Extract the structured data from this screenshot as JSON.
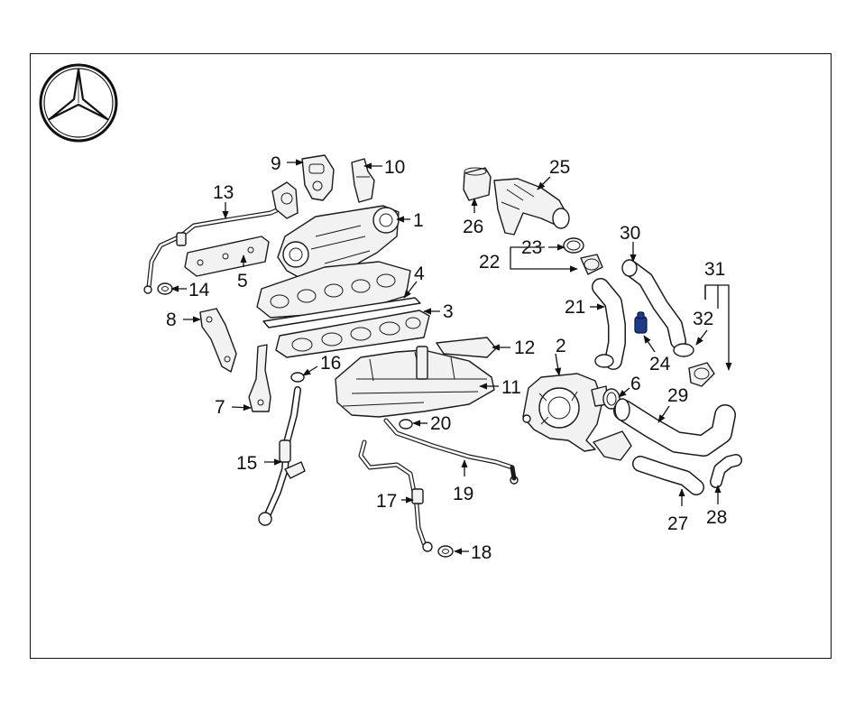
{
  "logo": {
    "icon": "mercedes-star-icon"
  },
  "diagram": {
    "highlight_color": "#1e3a8a",
    "callouts": {
      "c1": "1",
      "c2": "2",
      "c3": "3",
      "c4": "4",
      "c5": "5",
      "c6": "6",
      "c7": "7",
      "c8": "8",
      "c9": "9",
      "c10": "10",
      "c11": "11",
      "c12": "12",
      "c13": "13",
      "c14": "14",
      "c15": "15",
      "c16": "16",
      "c17": "17",
      "c18": "18",
      "c19": "19",
      "c20": "20",
      "c21": "21",
      "c22": "22",
      "c23": "23",
      "c24": "24",
      "c25": "25",
      "c26": "26",
      "c27": "27",
      "c28": "28",
      "c29": "29",
      "c30": "30",
      "c31": "31",
      "c32": "32"
    }
  }
}
